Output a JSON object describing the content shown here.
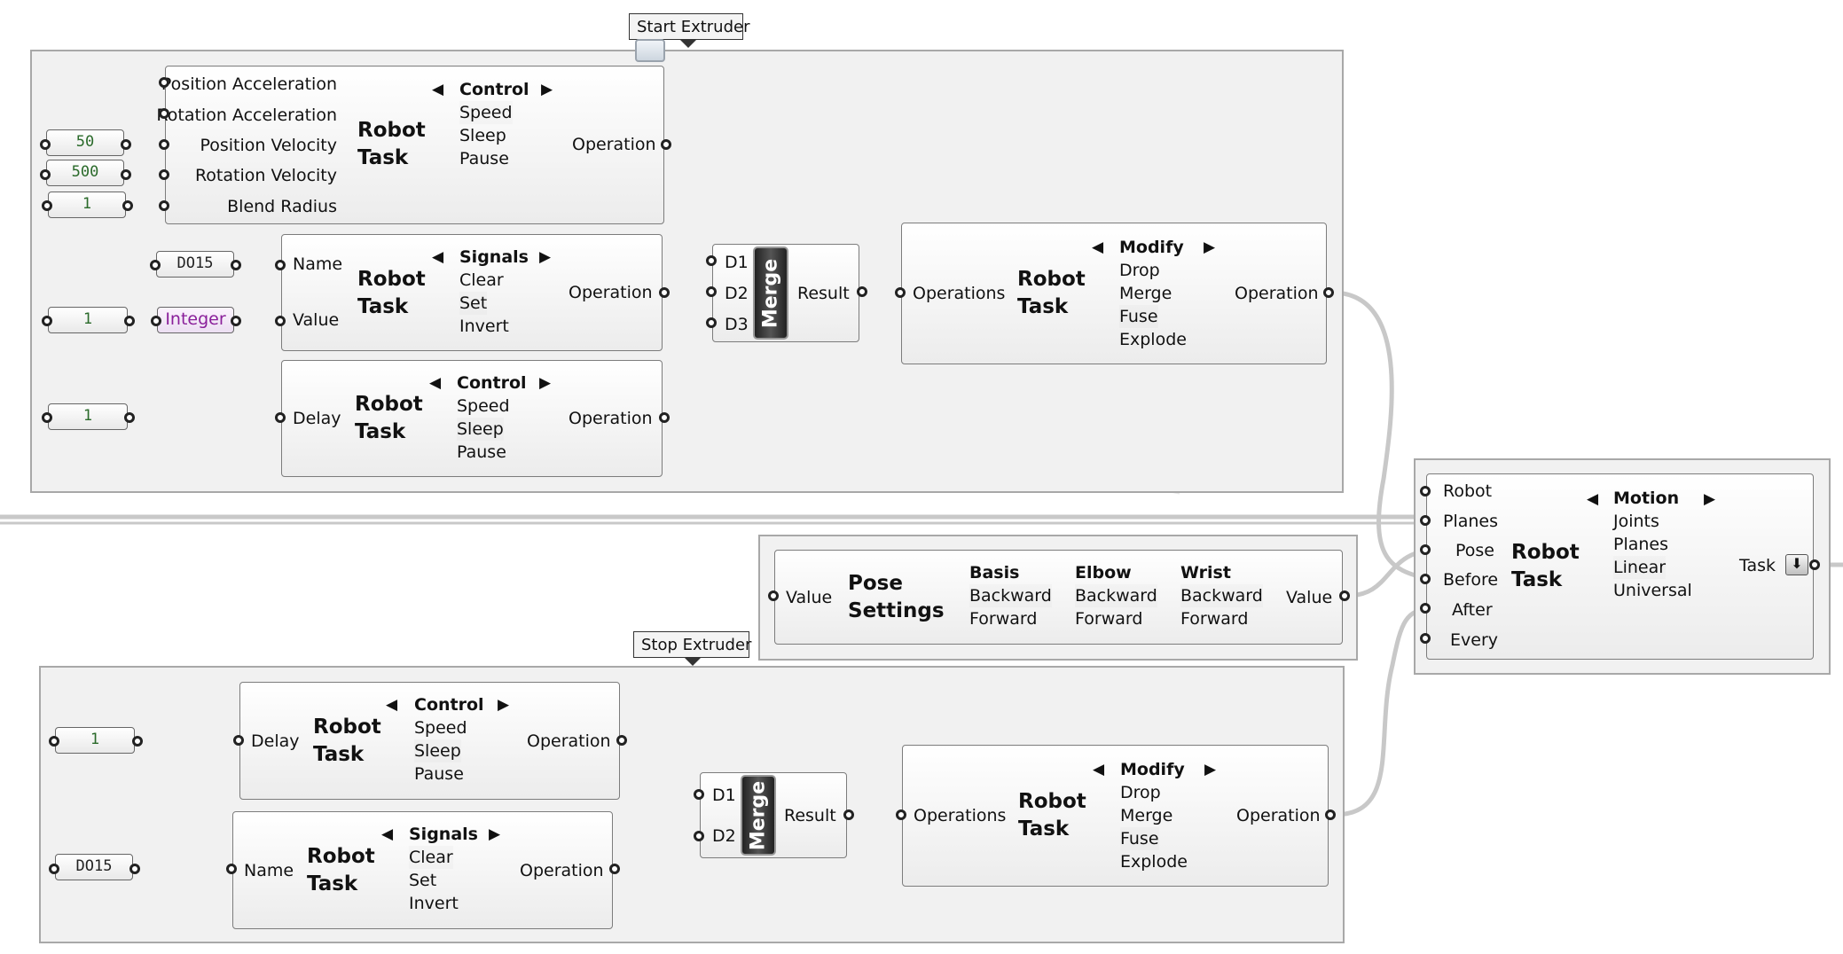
{
  "groups": {
    "start": "Start Extruder",
    "stop": "Stop Extruder"
  },
  "common": {
    "robot_task": "Robot\nTask",
    "operation": "Operation",
    "operations": "Operations",
    "result": "Result",
    "merge": "Merge",
    "arrow_left": "◀",
    "arrow_right": "▶"
  },
  "control_task": {
    "inputs": [
      "Position Acceleration",
      "Rotation Acceleration",
      "Position Velocity",
      "Rotation Velocity",
      "Blend Radius"
    ],
    "header": "Control",
    "options": [
      "Speed",
      "Sleep",
      "Pause"
    ],
    "panels": [
      "50",
      "500",
      "1"
    ]
  },
  "signals_task": {
    "inputs": [
      "Name",
      "Value"
    ],
    "header": "Signals",
    "options": [
      "Clear",
      "Set",
      "Invert"
    ],
    "name_panel": "DO15",
    "value_panel": "1",
    "integer_label": "Integer"
  },
  "delay_task": {
    "input": "Delay",
    "header": "Control",
    "options": [
      "Speed",
      "Sleep",
      "Pause"
    ],
    "panel": "1"
  },
  "merge_top": {
    "inputs": [
      "D1",
      "D2",
      "D3"
    ]
  },
  "modify_task": {
    "header": "Modify",
    "options": [
      "Drop",
      "Merge",
      "Fuse",
      "Explode"
    ]
  },
  "pose_settings": {
    "input": "Value",
    "title": "Pose\nSettings",
    "columns": [
      {
        "header": "Basis",
        "options": [
          "Backward",
          "Forward"
        ]
      },
      {
        "header": "Elbow",
        "options": [
          "Backward",
          "Forward"
        ]
      },
      {
        "header": "Wrist",
        "options": [
          "Backward",
          "Forward"
        ]
      }
    ],
    "output": "Value"
  },
  "motion_task": {
    "inputs": [
      "Robot",
      "Planes",
      "Pose",
      "Before",
      "After",
      "Every"
    ],
    "header": "Motion",
    "options": [
      "Joints",
      "Planes",
      "Linear",
      "Universal"
    ],
    "output": "Task"
  },
  "stop_delay": {
    "input": "Delay",
    "header": "Control",
    "options": [
      "Speed",
      "Sleep",
      "Pause"
    ],
    "panel": "1"
  },
  "stop_signals": {
    "input": "Name",
    "header": "Signals",
    "options": [
      "Clear",
      "Set",
      "Invert"
    ],
    "panel": "DO15"
  },
  "merge_bottom": {
    "inputs": [
      "D1",
      "D2"
    ]
  },
  "colors": {
    "canvas": "#ffffff",
    "group_fill": "#f1f1f1",
    "wire": "#c9c9c9",
    "panel_text": "#2a6a2a",
    "integer_text": "#8a1f9a"
  }
}
